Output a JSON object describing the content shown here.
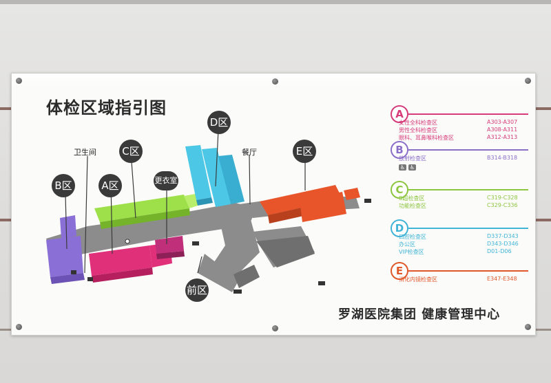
{
  "sign": {
    "title": "体检区域指引图",
    "footer": "罗湖医院集团  健康管理中心"
  },
  "map_labels": {
    "zone_d": "D区",
    "zone_c": "C区",
    "zone_e": "E区",
    "zone_b": "B区",
    "zone_a": "A区",
    "zone_front": "前区",
    "restroom": "卫生间",
    "canteen": "餐厅",
    "changing_room": "更衣室"
  },
  "legend": [
    {
      "letter": "A",
      "color": "#d63a78",
      "rows": [
        {
          "name": "女性全科检查区",
          "code": "A303-A307"
        },
        {
          "name": "男性全科检查区",
          "code": "A308-A311"
        },
        {
          "name": "眼科、耳鼻喉科检查区",
          "code": "A312-A313"
        }
      ]
    },
    {
      "letter": "B",
      "color": "#8a6fc9",
      "rows": [
        {
          "name": "放射检查区",
          "code": "B314-B318"
        }
      ],
      "icons": [
        "♿",
        "♿"
      ]
    },
    {
      "letter": "C",
      "color": "#8cc63f",
      "rows": [
        {
          "name": "B超检查区",
          "code": "C319-C328"
        },
        {
          "name": "功能检查区",
          "code": "C329-C336"
        }
      ]
    },
    {
      "letter": "D",
      "color": "#3fb4d6",
      "rows": [
        {
          "name": "口腔检查区",
          "code": "D337-D343"
        },
        {
          "name": "办公区",
          "code": "D343-D346"
        },
        {
          "name": "VIP检查区",
          "code": "D01-D06"
        }
      ]
    },
    {
      "letter": "E",
      "color": "#e0582a",
      "rows": [
        {
          "name": "消化内镜检查区",
          "code": "E347-E348"
        }
      ]
    }
  ],
  "colors": {
    "zone_a": "#e0307a",
    "zone_b": "#8a6fd6",
    "zone_c": "#9ee04a",
    "zone_d": "#4cc8e6",
    "zone_e": "#e8552a",
    "changing": "#c0307a",
    "corridor": "#8c8c8c"
  }
}
